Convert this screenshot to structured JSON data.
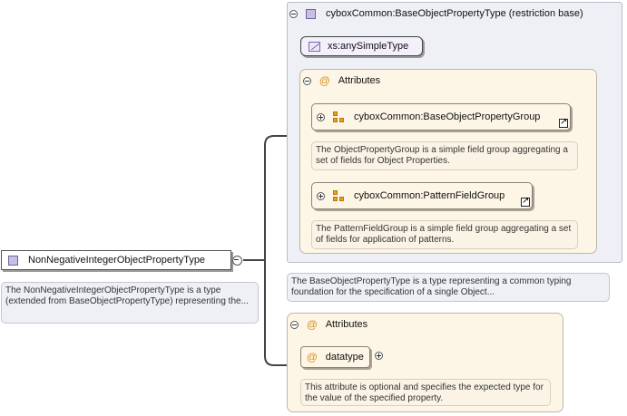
{
  "root_element": {
    "label": "NonNegativeIntegerObjectPropertyType",
    "annotation": "The NonNegativeIntegerObjectPropertyType is a type (extended from BaseObjectPropertyType) representing the..."
  },
  "restriction": {
    "label": "cyboxCommon:BaseObjectPropertyType (restriction base)",
    "simple_type": "xs:anySimpleType",
    "attributes_label": "Attributes",
    "groups": [
      {
        "label": "cyboxCommon:BaseObjectPropertyGroup",
        "annotation": "The ObjectPropertyGroup is a simple field group aggregating a set of fields for Object Properties."
      },
      {
        "label": "cyboxCommon:PatternFieldGroup",
        "annotation": "The PatternFieldGroup is a simple field group aggregating a set of fields for application of patterns."
      }
    ],
    "annotation": "The BaseObjectPropertyType is a type representing a common typing foundation for the specification of a single Object..."
  },
  "own_attributes": {
    "label": "Attributes",
    "attribute": {
      "label": "datatype",
      "annotation": "This attribute is optional and specifies the expected type for the value of the specified property."
    }
  },
  "colors": {
    "type_icon": "#c9bfe6",
    "attribute_accent": "#e0952c",
    "panel_bg": "#eef0f6",
    "attrs_bg": "#fdf6e7"
  }
}
